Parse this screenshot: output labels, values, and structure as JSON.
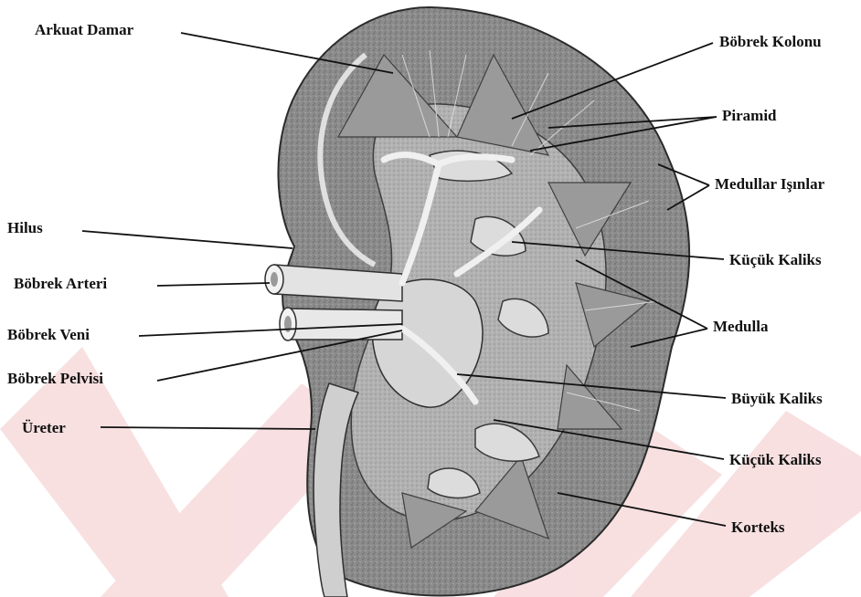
{
  "labels": {
    "arkuat_damar": "Arkuat Damar",
    "hilus": "Hilus",
    "bobrek_arteri": "Böbrek Arteri",
    "bobrek_veni": "Böbrek Veni",
    "bobrek_pelvisi": "Böbrek Pelvisi",
    "ureter": "Üreter",
    "bobrek_kolonu": "Böbrek Kolonu",
    "piramid": "Piramid",
    "medullar_isinlar": "Medullar Işınlar",
    "kucuk_kaliks_upper": "Küçük Kaliks",
    "medulla": "Medulla",
    "buyuk_kaliks": "Büyük Kaliks",
    "kucuk_kaliks_lower": "Küçük Kaliks",
    "korteks": "Korteks"
  },
  "colors": {
    "kidney_cortex": "#8a8a8a",
    "kidney_inner": "#bdbdbd",
    "vessel": "#d9d9d9",
    "leader_line": "#111111",
    "watermark": "#f3c9cc"
  }
}
